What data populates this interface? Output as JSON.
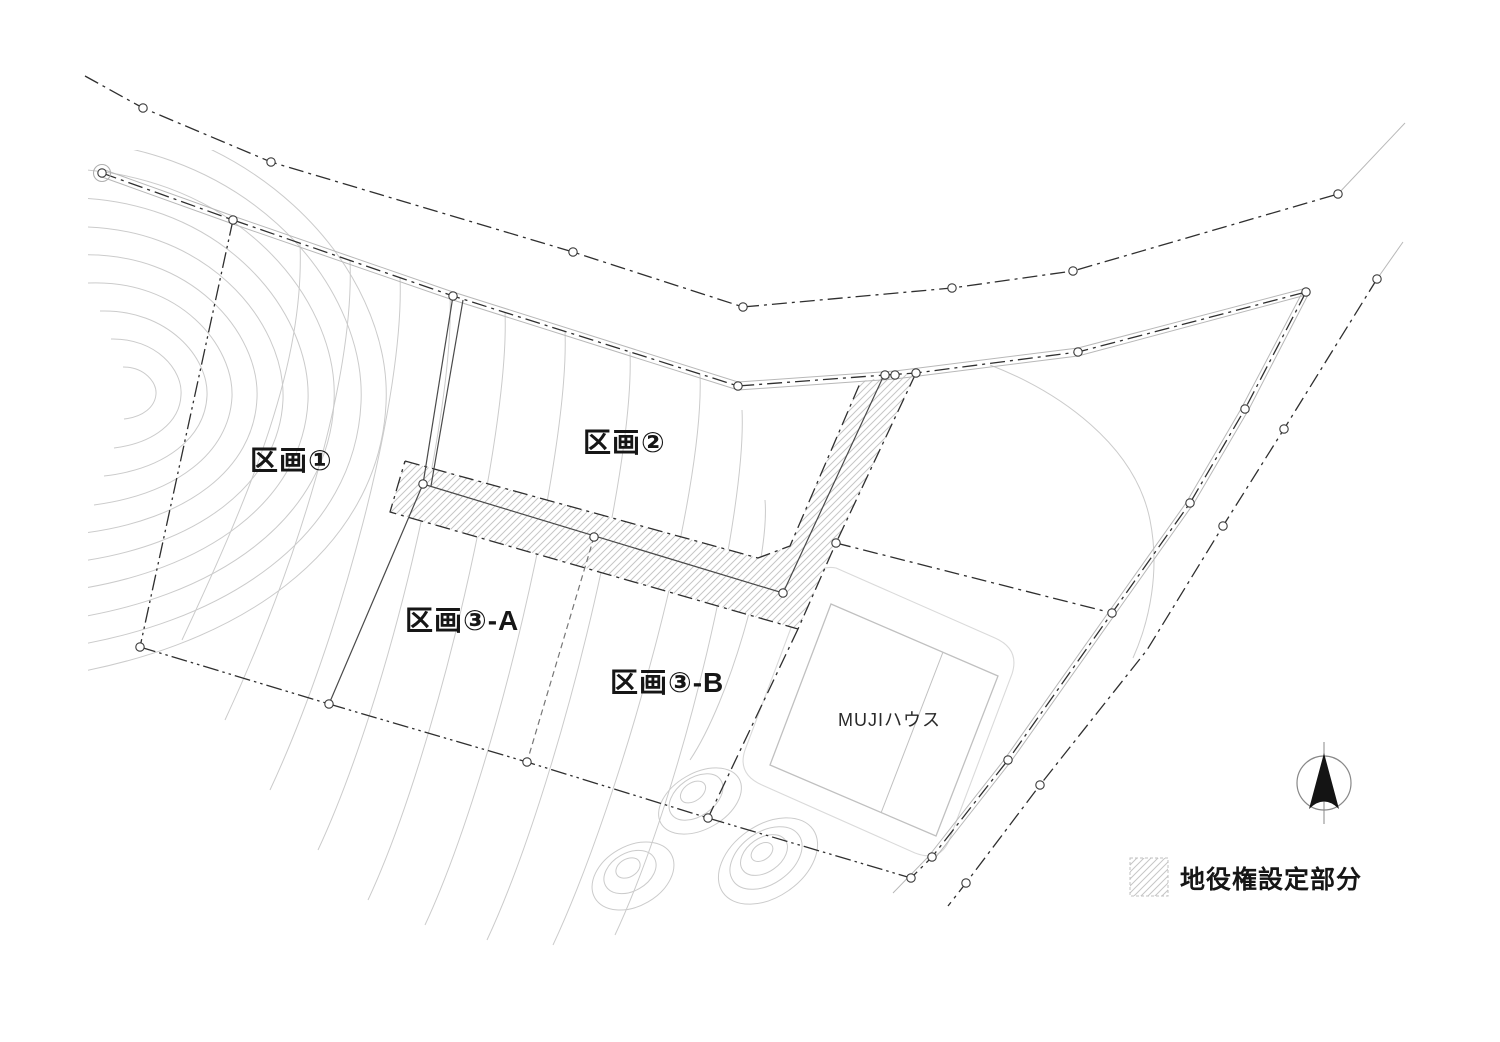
{
  "plan": {
    "parcels": [
      {
        "id": "parcel-1",
        "label": "区画①"
      },
      {
        "id": "parcel-2",
        "label": "区画②"
      },
      {
        "id": "parcel-3a",
        "label": "区画③-A"
      },
      {
        "id": "parcel-3b",
        "label": "区画③-B"
      }
    ],
    "building": {
      "label": "MUJIハウス"
    },
    "legend": {
      "items": [
        {
          "symbol": "diagonal-hatch-swatch",
          "label": "地役権設定部分"
        }
      ]
    },
    "north_arrow": {
      "symbol": "north-arrow"
    },
    "colors": {
      "background": "#ffffff",
      "boundary_line": "#2f2f2f",
      "road_edge": "#b8b8b8",
      "contour_line": "#cbcbcb",
      "hatch_line": "#c6c6c6",
      "label_text": "#161616"
    }
  }
}
